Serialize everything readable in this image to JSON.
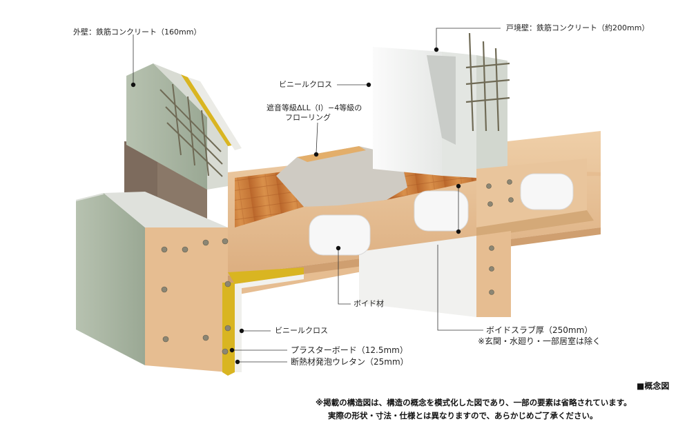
{
  "labels": {
    "exterior_wall": "外壁：鉄筋コンクリート（160mm）",
    "party_wall": "戸境壁：鉄筋コンクリート（約200mm）",
    "vinyl_cloth_top": "ビニールクロス",
    "flooring_line1": "遮音等級ΔLL（Ⅰ）−4等級の",
    "flooring_line2": "フローリング",
    "void_material": "ボイド材",
    "void_slab_line1": "ボイドスラブ厚（250mm）",
    "void_slab_line2": "※玄関・水廻り・一部居室は除く",
    "vinyl_cloth_bottom": "ビニールクロス",
    "plaster_board": "プラスターボード（12.5mm）",
    "insulation": "断熱材発泡ウレタン（25mm）"
  },
  "footer": {
    "title": "■概念図",
    "note_line1": "※掲載の構造図は、構造の概念を模式化した図であり、一部の要素は省略されています。",
    "note_line2": "実際の形状・寸法・仕様とは異なりますので、あらかじめご了承ください。"
  },
  "colors": {
    "concrete_slab": "#e8c39a",
    "concrete_grey": "#d2d7cf",
    "green_finish": "#aab6a4",
    "earth": "#8e7c6c",
    "flooring": "#cf8038",
    "underlay": "#cfcbc3",
    "white_wall": "#f3f3f2",
    "void_form": "#f7f7f7",
    "insulation_yellow": "#d9b521"
  }
}
